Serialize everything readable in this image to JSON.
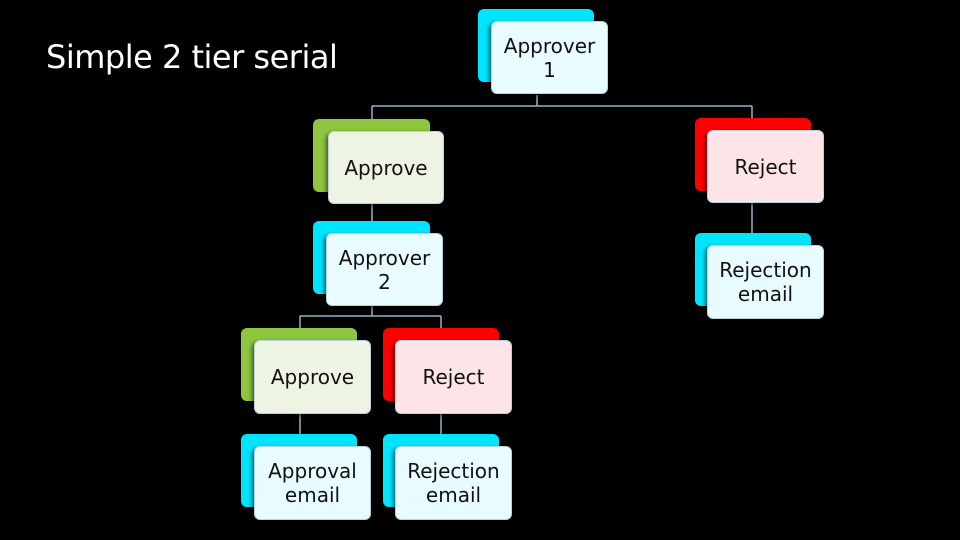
{
  "title": "Simple 2 tier serial",
  "colors": {
    "approver": "#00e5ff",
    "approve": "#8ec63f",
    "reject": "#ff0000",
    "email": "#00e5ff",
    "fill_approver": "#e9fcff",
    "fill_approve": "#eef4e4",
    "fill_reject": "#fde4e6",
    "fill_email": "#e8fcff",
    "connector": "#8eb6c9",
    "background": "#000000"
  },
  "nodes": [
    {
      "id": "approver-1",
      "label": "Approver\n1",
      "kind": "approver"
    },
    {
      "id": "approve-1",
      "label": "Approve",
      "kind": "approve"
    },
    {
      "id": "reject-1",
      "label": "Reject",
      "kind": "reject"
    },
    {
      "id": "approver-2",
      "label": "Approver\n2",
      "kind": "approver"
    },
    {
      "id": "rejection-email-1",
      "label": "Rejection\nemail",
      "kind": "email"
    },
    {
      "id": "approve-2",
      "label": "Approve",
      "kind": "approve"
    },
    {
      "id": "reject-2",
      "label": "Reject",
      "kind": "reject"
    },
    {
      "id": "approval-email-2",
      "label": "Approval\nemail",
      "kind": "email"
    },
    {
      "id": "rejection-email-2",
      "label": "Rejection\nemail",
      "kind": "email"
    }
  ],
  "edges": [
    {
      "from": "approver-1",
      "to": "approve-1"
    },
    {
      "from": "approver-1",
      "to": "reject-1"
    },
    {
      "from": "approve-1",
      "to": "approver-2"
    },
    {
      "from": "reject-1",
      "to": "rejection-email-1"
    },
    {
      "from": "approver-2",
      "to": "approve-2"
    },
    {
      "from": "approver-2",
      "to": "reject-2"
    },
    {
      "from": "approve-2",
      "to": "approval-email-2"
    },
    {
      "from": "reject-2",
      "to": "rejection-email-2"
    }
  ]
}
